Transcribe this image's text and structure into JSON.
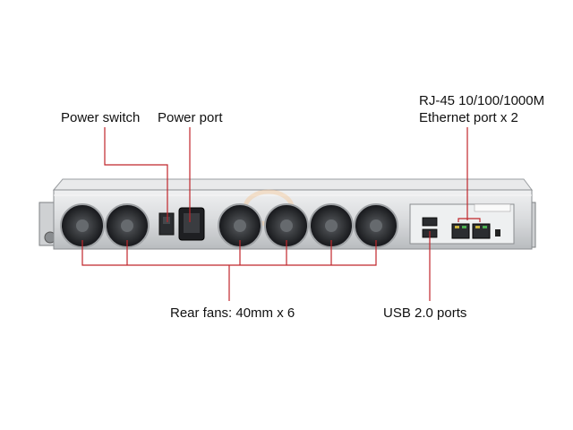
{
  "labels": {
    "power_switch": "Power switch",
    "power_port": "Power port",
    "rj45_line1": "RJ-45 10/100/1000M",
    "rj45_line2": "Ethernet port x 2",
    "rear_fans": "Rear fans: 40mm x 6",
    "usb_ports": "USB 2.0 ports"
  },
  "device": {
    "fan_count": 6,
    "rj45_count": 2,
    "usb_count": 2,
    "chassis_color": "#d8dadc",
    "callout_color": "#c0262b"
  }
}
